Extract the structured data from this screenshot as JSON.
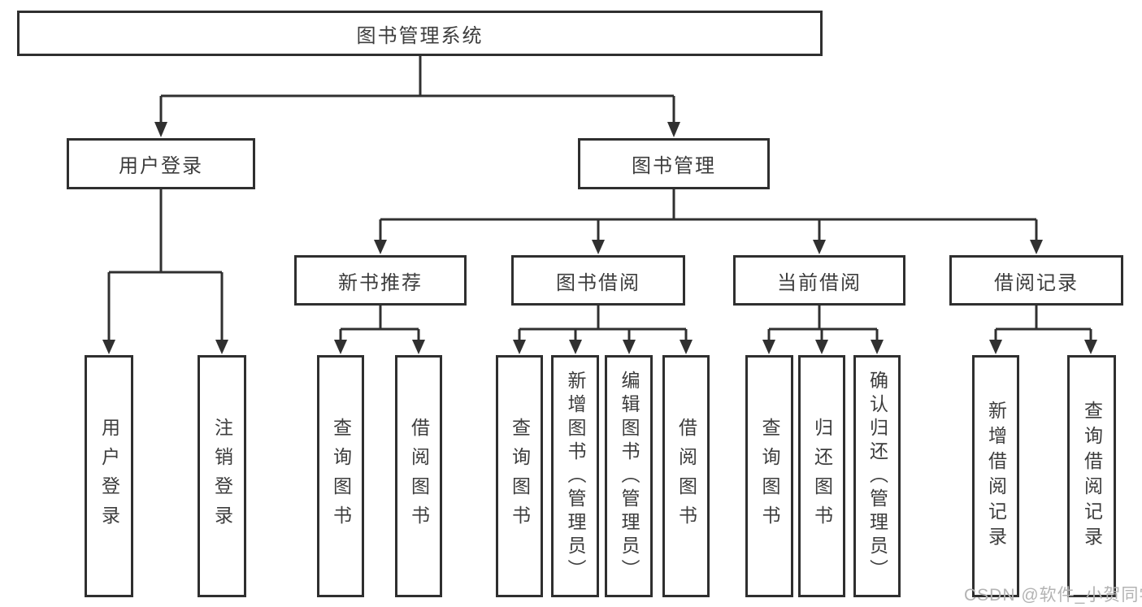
{
  "diagram_title": "图书管理系统",
  "colors": {
    "line": "#303030",
    "box_border": "#2f2f2f",
    "text": "#3d3d3d",
    "background": "#ffffff",
    "watermark": "#b3b3b3"
  },
  "watermark": {
    "text": "CSDN @软件_小贺同学"
  },
  "tree": {
    "root": {
      "label": "图书管理系统"
    },
    "branches": [
      {
        "label": "用户登录",
        "children": [
          {
            "label": "用户登录"
          },
          {
            "label": "注销登录"
          }
        ]
      },
      {
        "label": "图书管理",
        "children": [
          {
            "label": "新书推荐",
            "children": [
              {
                "label": "查询图书"
              },
              {
                "label": "借阅图书"
              }
            ]
          },
          {
            "label": "图书借阅",
            "children": [
              {
                "label": "查询图书"
              },
              {
                "label": "新增图书（管理员）"
              },
              {
                "label": "编辑图书（管理员）"
              },
              {
                "label": "借阅图书"
              }
            ]
          },
          {
            "label": "当前借阅",
            "children": [
              {
                "label": "查询图书"
              },
              {
                "label": "归还图书"
              },
              {
                "label": "确认归还（管理员）"
              }
            ]
          },
          {
            "label": "借阅记录",
            "children": [
              {
                "label": "新增借阅记录"
              },
              {
                "label": "查询借阅记录"
              }
            ]
          }
        ]
      }
    ]
  }
}
